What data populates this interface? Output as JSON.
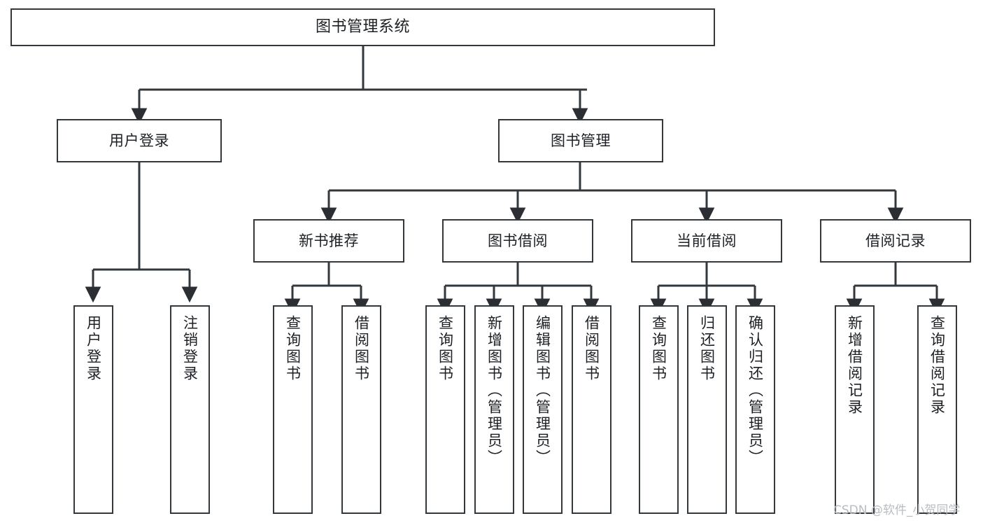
{
  "diagram": {
    "type": "tree",
    "title": "图书管理系统",
    "orientation": "top-down",
    "colors": {
      "stroke": "#33383d",
      "fill": "#ffffff",
      "text": "#1d2024",
      "watermark": "#b9bcc0"
    },
    "nodes": {
      "root": {
        "label": "图书管理系统",
        "level": 1
      },
      "user_login": {
        "label": "用户登录",
        "level": 2
      },
      "book_manage": {
        "label": "图书管理",
        "level": 2
      },
      "new_book_rec": {
        "label": "新书推荐",
        "level": 3
      },
      "book_borrow": {
        "label": "图书借阅",
        "level": 3
      },
      "current_borrow": {
        "label": "当前借阅",
        "level": 3
      },
      "borrow_record": {
        "label": "借阅记录",
        "level": 3
      },
      "leaf_user_login": {
        "label": "用户登录",
        "level": 4
      },
      "leaf_logout": {
        "label": "注销登录",
        "level": 4
      },
      "leaf_query_book_a": {
        "label": "查询图书",
        "level": 4
      },
      "leaf_borrow_book_a": {
        "label": "借阅图书",
        "level": 4
      },
      "leaf_query_book_b": {
        "label": "查询图书",
        "level": 4
      },
      "leaf_add_book": {
        "label": "新增图书（管理员）",
        "level": 4
      },
      "leaf_edit_book": {
        "label": "编辑图书（管理员）",
        "level": 4
      },
      "leaf_borrow_book_b": {
        "label": "借阅图书",
        "level": 4
      },
      "leaf_query_book_c": {
        "label": "查询图书",
        "level": 4
      },
      "leaf_return_book": {
        "label": "归还图书",
        "level": 4
      },
      "leaf_confirm_return": {
        "label": "确认归还（管理员）",
        "level": 4
      },
      "leaf_add_record": {
        "label": "新增借阅记录",
        "level": 4
      },
      "leaf_query_record": {
        "label": "查询借阅记录",
        "level": 4
      }
    },
    "edges": [
      {
        "from": "root",
        "to": "user_login"
      },
      {
        "from": "root",
        "to": "book_manage"
      },
      {
        "from": "user_login",
        "to": "leaf_user_login"
      },
      {
        "from": "user_login",
        "to": "leaf_logout"
      },
      {
        "from": "book_manage",
        "to": "new_book_rec"
      },
      {
        "from": "book_manage",
        "to": "book_borrow"
      },
      {
        "from": "book_manage",
        "to": "current_borrow"
      },
      {
        "from": "book_manage",
        "to": "borrow_record"
      },
      {
        "from": "new_book_rec",
        "to": "leaf_query_book_a"
      },
      {
        "from": "new_book_rec",
        "to": "leaf_borrow_book_a"
      },
      {
        "from": "book_borrow",
        "to": "leaf_query_book_b"
      },
      {
        "from": "book_borrow",
        "to": "leaf_add_book"
      },
      {
        "from": "book_borrow",
        "to": "leaf_edit_book"
      },
      {
        "from": "book_borrow",
        "to": "leaf_borrow_book_b"
      },
      {
        "from": "current_borrow",
        "to": "leaf_query_book_c"
      },
      {
        "from": "current_borrow",
        "to": "leaf_return_book"
      },
      {
        "from": "current_borrow",
        "to": "leaf_confirm_return"
      },
      {
        "from": "borrow_record",
        "to": "leaf_add_record"
      },
      {
        "from": "borrow_record",
        "to": "leaf_query_record"
      }
    ]
  },
  "watermark": {
    "text": "CSDN @软件_小贺同学"
  }
}
